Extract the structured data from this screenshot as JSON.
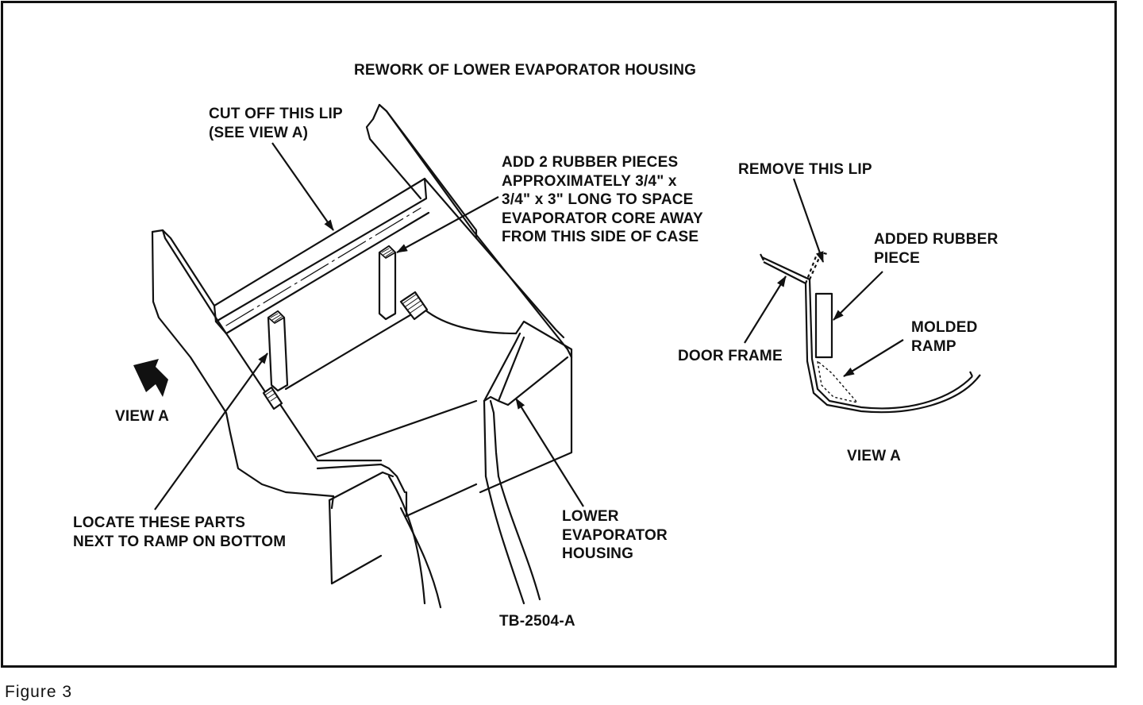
{
  "title": "REWORK OF LOWER EVAPORATOR HOUSING",
  "labels": {
    "cut_lip": "CUT OFF THIS LIP\n(SEE VIEW A)",
    "add_rubber": "ADD 2 RUBBER PIECES\nAPPROXIMATELY 3/4\" x\n3/4\" x 3\" LONG TO SPACE\nEVAPORATOR CORE AWAY\nFROM THIS SIDE OF CASE",
    "view_a_arrow": "VIEW A",
    "locate_parts": "LOCATE THESE PARTS\nNEXT TO RAMP ON BOTTOM",
    "lower_housing": "LOWER\nEVAPORATOR\nHOUSING",
    "remove_lip": "REMOVE THIS LIP",
    "added_rubber": "ADDED RUBBER\nPIECE",
    "molded_ramp": "MOLDED\nRAMP",
    "door_frame": "DOOR FRAME",
    "view_a_title": "VIEW A"
  },
  "drawing_number": "TB-2504-A",
  "caption": "Figure 3"
}
